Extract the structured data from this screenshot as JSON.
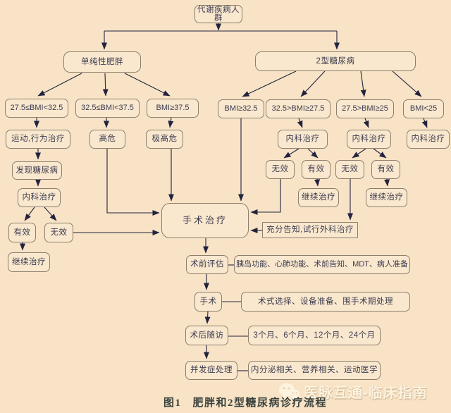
{
  "colors": {
    "background": "#f8e3c6",
    "box_border": "#8d7f6d",
    "arrow": "#23233f",
    "text": "#3d3d50",
    "caption_text": "#39413d",
    "watermark_text": "#fdf3e0"
  },
  "nodes": {
    "root": {
      "label": "代谢疾病人群"
    },
    "obesity": {
      "label": "单纯性肥胖"
    },
    "t2dm": {
      "label": "2型糖尿病"
    },
    "bmi1": {
      "label": "27.5≤BMI<32.5"
    },
    "bmi2": {
      "label": "32.5≤BMI<37.5"
    },
    "bmi3": {
      "label": "BMI≥37.5"
    },
    "bmi4": {
      "label": "BMI≥32.5"
    },
    "bmi5": {
      "label": "32.5>BMI≥27.5"
    },
    "bmi6": {
      "label": "27.5>BMI≥25"
    },
    "bmi7": {
      "label": "BMI<25"
    },
    "exercise": {
      "label": "运动,行为治疗"
    },
    "high_risk": {
      "label": "高危"
    },
    "very_high_risk": {
      "label": "极高危"
    },
    "med1": {
      "label": "内科治疗"
    },
    "med2": {
      "label": "内科治疗"
    },
    "med3": {
      "label": "内科治疗"
    },
    "found_dm": {
      "label": "发现糖尿病"
    },
    "ineffective1": {
      "label": "无效"
    },
    "effective1": {
      "label": "有效"
    },
    "ineffective2": {
      "label": "无效"
    },
    "effective2": {
      "label": "有效"
    },
    "med_left": {
      "label": "内科治疗"
    },
    "continue1": {
      "label": "继续治疗"
    },
    "continue2": {
      "label": "继续治疗"
    },
    "effective_left": {
      "label": "有效"
    },
    "ineffective_left": {
      "label": "无效"
    },
    "surgery_treatment": {
      "label": "手术治疗"
    },
    "informed": {
      "label": "充分告知,试行外科治疗"
    },
    "continue_left": {
      "label": "继续治疗"
    },
    "preop_eval": {
      "label": "术前评估"
    },
    "preop_detail": {
      "label": "胰岛功能、心肺功能、术前告知、MDT、病人准备"
    },
    "surgery": {
      "label": "手术"
    },
    "surgery_detail": {
      "label": "术式选择、设备准备、围手术期处理"
    },
    "followup": {
      "label": "术后随访"
    },
    "followup_detail": {
      "label": "3个月、6个月、12个月、24个月"
    },
    "complications": {
      "label": "并发症处理"
    },
    "complications_detail": {
      "label": "内分泌相关、营养相关、运动医学"
    }
  },
  "caption": {
    "figure_label": "图1",
    "title": "肥胖和2型糖尿病诊疗流程"
  },
  "watermark": {
    "text": "医脉互通-临床指南",
    "icon": "wechat-icon"
  }
}
